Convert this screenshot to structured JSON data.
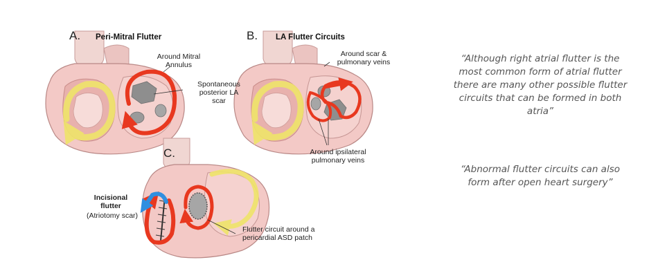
{
  "panels": {
    "a": {
      "letter": "A.",
      "title": "Peri-Mitral Flutter",
      "label_annulus": "Around Mitral\nAnnulus",
      "label_scar": "Spontaneous\nposterior LA\nscar"
    },
    "b": {
      "letter": "B.",
      "title": "LA Flutter Circuits",
      "label_scar_veins": "Around scar &\npulmonary veins",
      "label_ipsilateral": "Around ipsilateral\npulmonary veins"
    },
    "c": {
      "letter": "C.",
      "incisional_title": "Incisional\nflutter",
      "incisional_sub": "(Atriotomy scar)",
      "label_asd": "Flutter circuit around a\npericardial ASD patch"
    }
  },
  "quotes": [
    "“Although right atrial flutter is the most common form of atrial flutter there are many other possible flutter circuits that can be formed in both atria”",
    "“Abnormal flutter circuits can also form after open heart surgery”"
  ],
  "colors": {
    "circuit_red": "#e8381f",
    "circuit_yellow": "#efe46a",
    "arrow_blue": "#2f8fe0",
    "tissue_pink": "#f3c9c6",
    "tissue_dark": "#d99a98",
    "scar_gray": "#8e8e8e",
    "quote_text": "#555555"
  }
}
